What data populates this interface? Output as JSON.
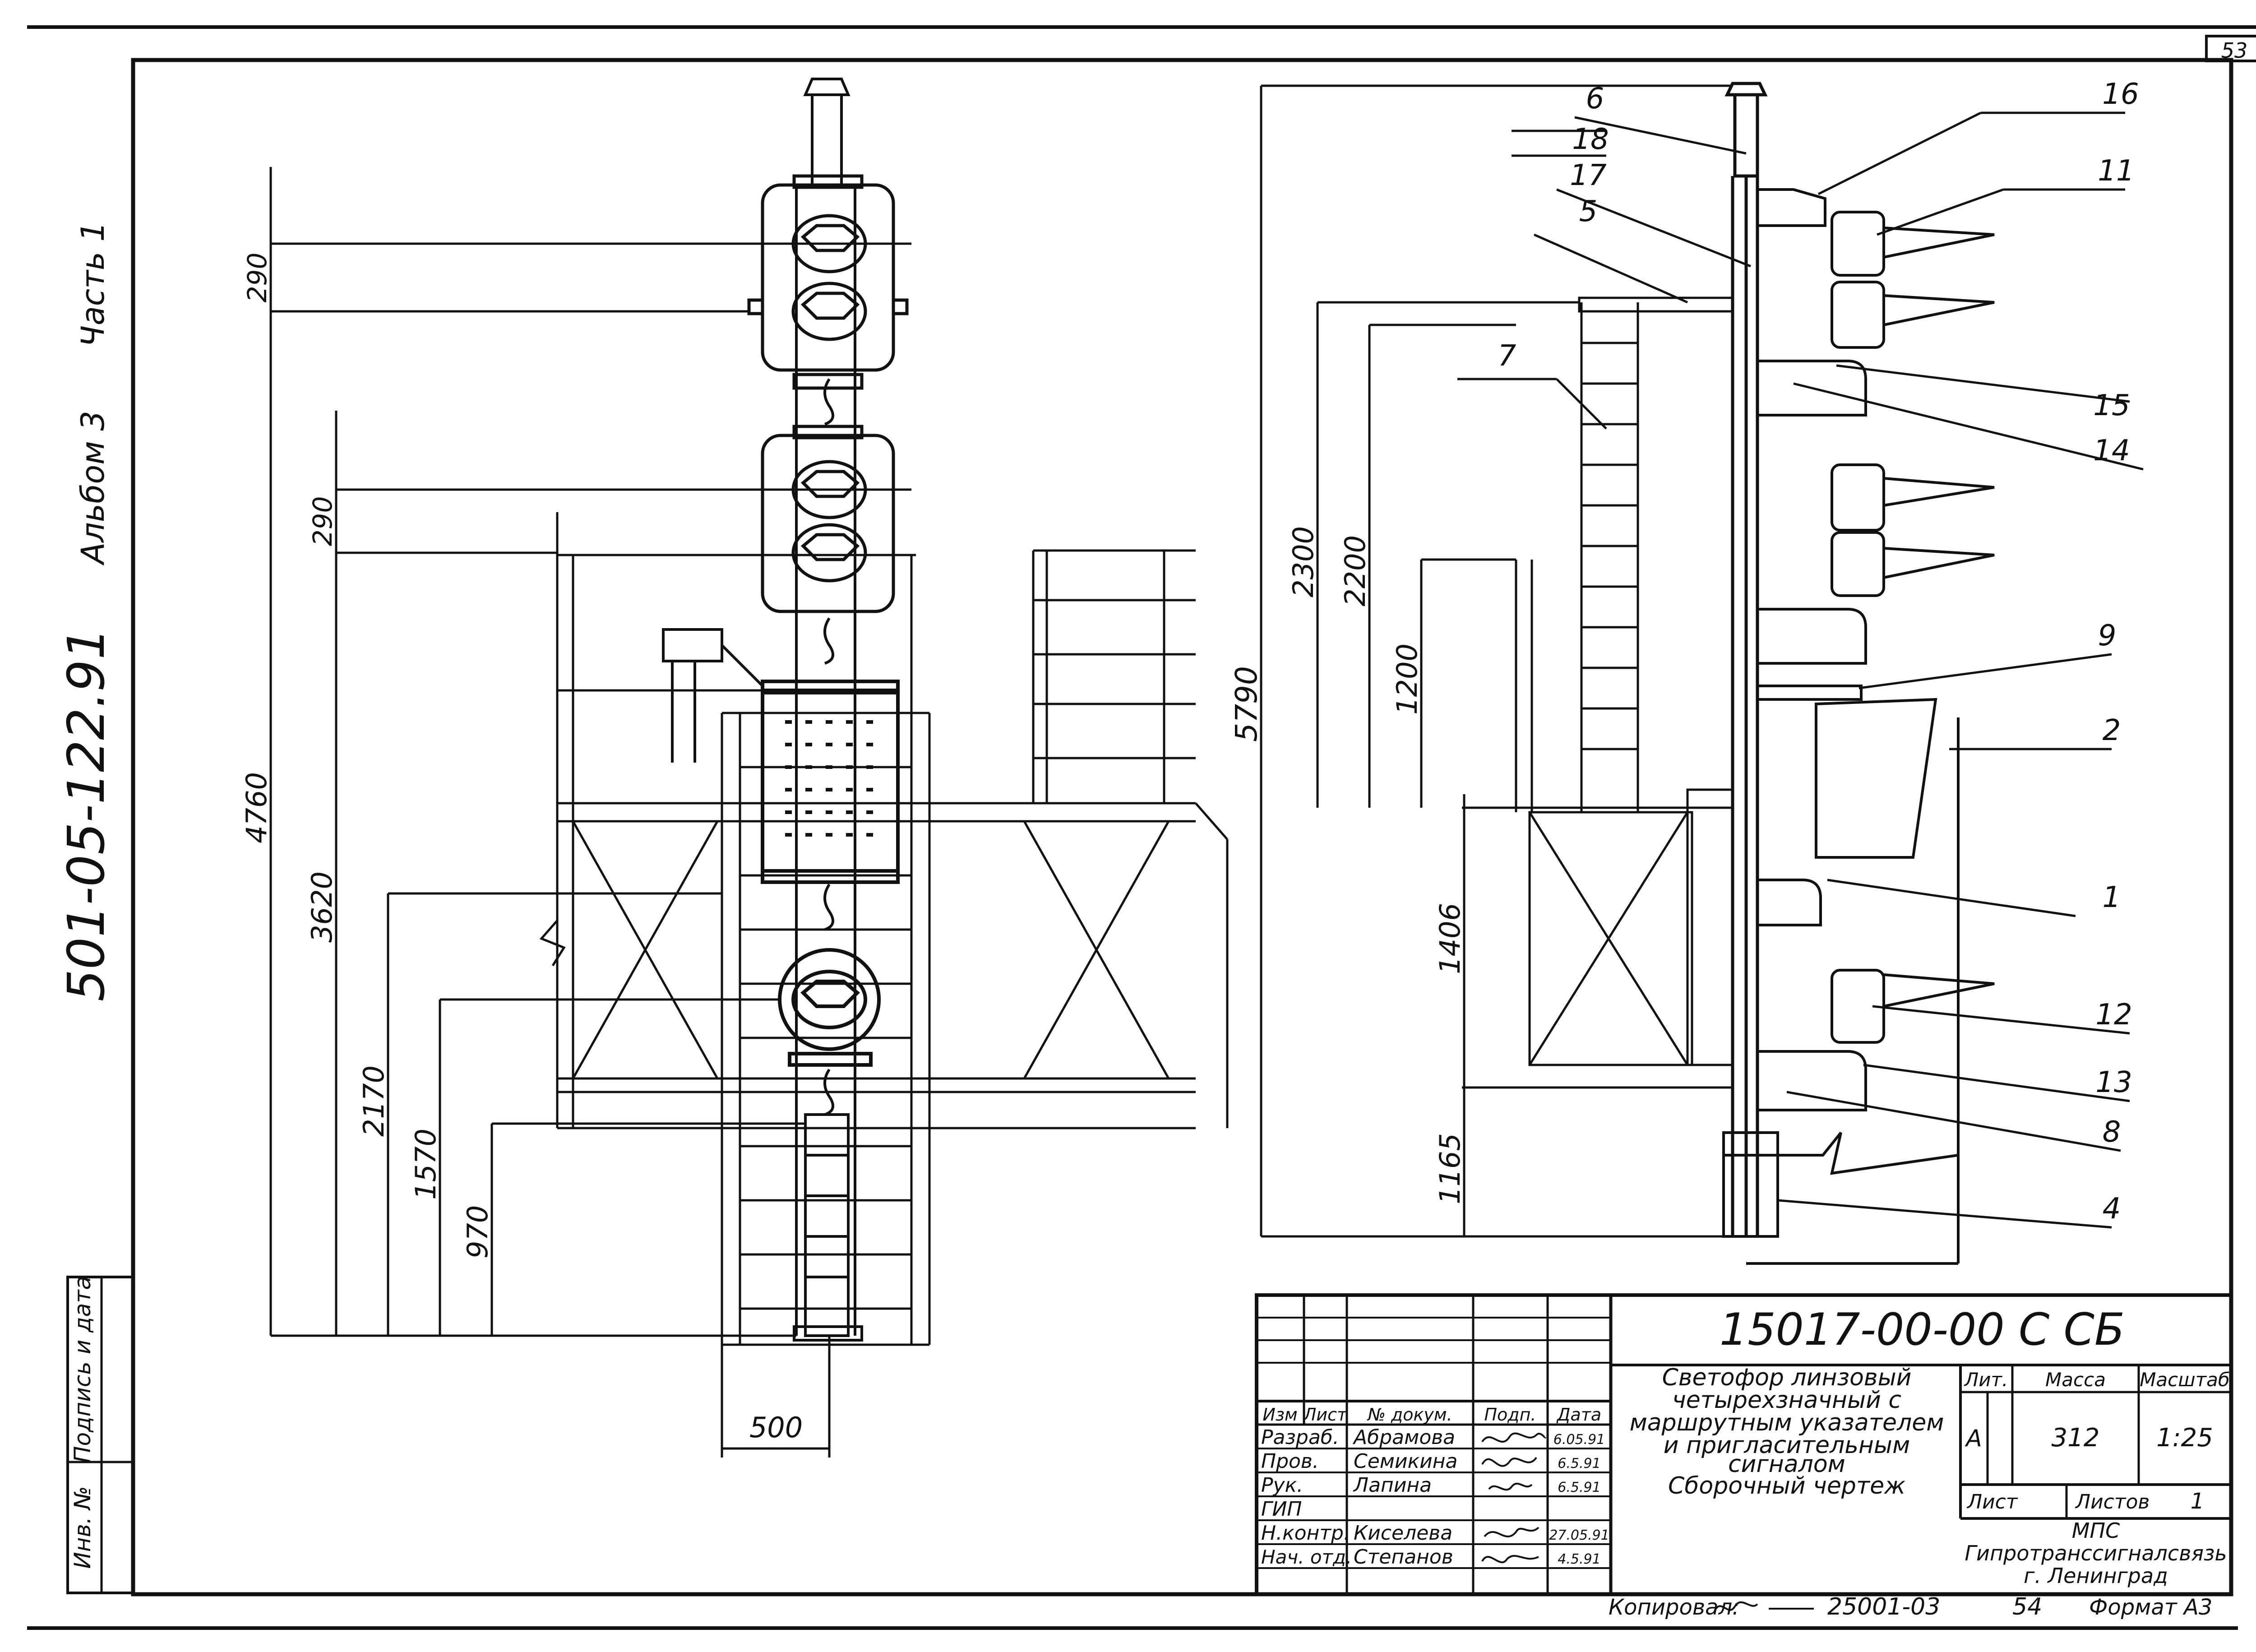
{
  "page_number": "53",
  "side_text": {
    "part": "Часть 1",
    "album": "Альбом 3",
    "doc_code": "501-05-122.91"
  },
  "left_stamp": {
    "inv_no": "Инв. №",
    "signature_date": "Подпись и дата"
  },
  "left_view": {
    "dims": {
      "d290a": "290",
      "d290b": "290",
      "d4760": "4760",
      "d3620": "3620",
      "d2170": "2170",
      "d1570": "1570",
      "d970": "970",
      "d500": "500"
    }
  },
  "right_view": {
    "dims": {
      "d5790": "5790",
      "d2300": "2300",
      "d2200": "2200",
      "d1200": "1200",
      "d1406": "1406",
      "d1165": "1165"
    },
    "callouts": {
      "c6": "6",
      "c18": "18",
      "c17": "17",
      "c5": "5",
      "c7": "7",
      "c16": "16",
      "c11": "11",
      "c15": "15",
      "c14": "14",
      "c9": "9",
      "c2": "2",
      "c1": "1",
      "c12": "12",
      "c13": "13",
      "c8": "8",
      "c4": "4"
    }
  },
  "title_block": {
    "drawing_code": "15017-00-00 С СБ",
    "title_lines": [
      "Светофор линзовый",
      "четырехзначный с",
      "маршрутным указателем",
      "и пригласительным",
      "сигналом",
      "Сборочный    чертеж"
    ],
    "header": {
      "izm": "Изм",
      "list": "Лист",
      "doc_no": "№ докум.",
      "sign": "Подп.",
      "date": "Дата"
    },
    "rows": [
      {
        "role": "Разраб.",
        "name": "Абрамова",
        "date": "6.05.91"
      },
      {
        "role": "Пров.",
        "name": "Семикина",
        "date": "6.5.91"
      },
      {
        "role": "Рук.",
        "name": "Лапина",
        "date": "6.5.91"
      },
      {
        "role": "ГИП",
        "name": "",
        "date": ""
      },
      {
        "role": "Н.контр.",
        "name": "Киселева",
        "date": "27.05.91"
      },
      {
        "role": "Нач. отд.",
        "name": "Степанов",
        "date": "4.5.91"
      }
    ],
    "lit_label": "Лит.",
    "mass_label": "Масса",
    "scale_label": "Масштаб",
    "lit_value": "А",
    "mass_value": "312",
    "scale_value": "1:25",
    "sheet_label": "Лист",
    "sheets_label": "Листов",
    "sheets_value": "1",
    "org_line1": "МПС",
    "org_line2": "Гипротранссигналсвязь",
    "org_line3": "г. Ленинград"
  },
  "footer": {
    "copied": "Копировал:",
    "code": "25001-03",
    "num": "54",
    "format": "Формат А3"
  }
}
